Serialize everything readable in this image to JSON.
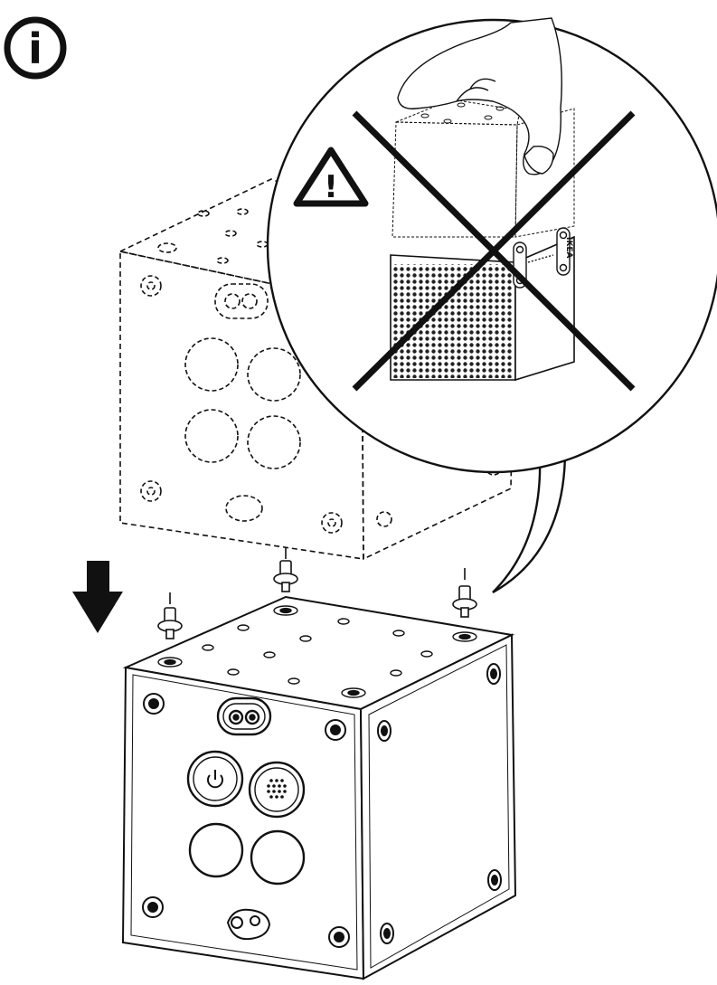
{
  "colors": {
    "ink": "#111111",
    "paper": "#ffffff",
    "grille": "#222222"
  },
  "icons": {
    "info": "info-icon",
    "warning": "warning-triangle-icon",
    "prohibited": "cross-out-icon",
    "direction": "down-arrow-icon"
  },
  "labels": {
    "info_glyph": "i",
    "warning_glyph": "!",
    "brand_tag": "IKEA"
  },
  "cube_front": {
    "buttons": [
      "power-button",
      "pairing-button",
      "blank-button",
      "blank-button"
    ]
  }
}
